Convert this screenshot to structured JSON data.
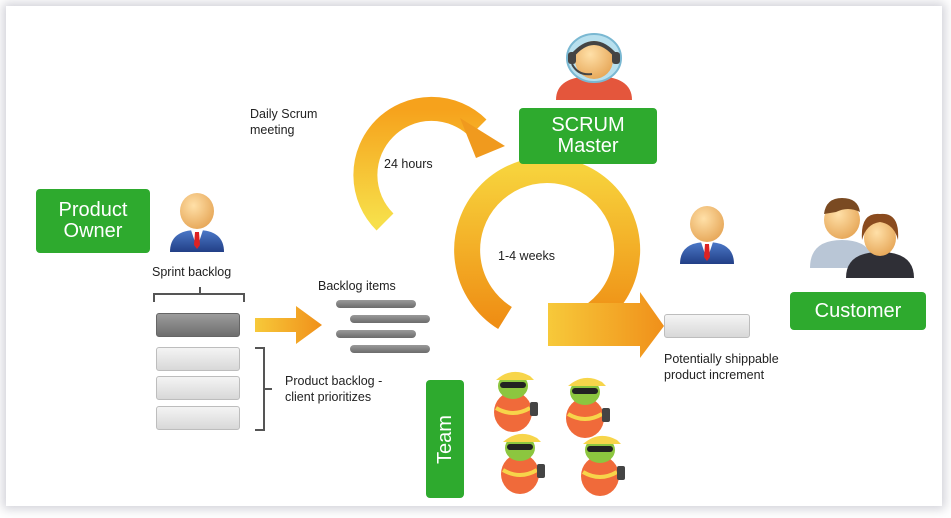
{
  "roles": {
    "product_owner": "Product\nOwner",
    "scrum_master": "SCRUM\nMaster",
    "customer": "Customer",
    "team": "Team"
  },
  "labels": {
    "daily_scrum": "Daily Scrum\nmeeting",
    "hours": "24 hours",
    "weeks": "1-4 weeks",
    "sprint_backlog": "Sprint backlog",
    "backlog_items": "Backlog items",
    "product_backlog": "Product backlog -\nclient prioritizes",
    "increment": "Potentially shippable\nproduct increment"
  },
  "colors": {
    "role_green": "#2eaa2e",
    "arrow_orange": "#f29a1a",
    "arrow_yellow": "#f7d53a"
  },
  "icons": [
    "person-icon",
    "headset-person-icon",
    "customer-pair-icon",
    "team-member-icon"
  ]
}
